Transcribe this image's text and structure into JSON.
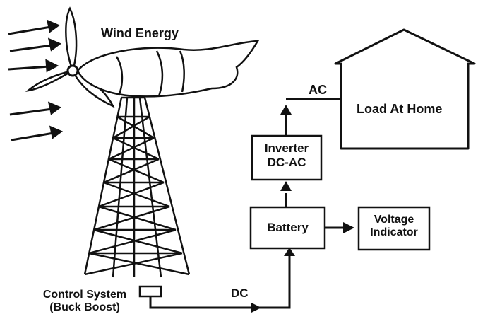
{
  "labels": {
    "wind_energy": "Wind Energy",
    "ac": "AC",
    "dc": "DC",
    "load_at_home": "Load At Home",
    "inverter_line1": "Inverter",
    "inverter_line2": "DC-AC",
    "battery": "Battery",
    "voltage_line1": "Voltage",
    "voltage_line2": "Indicator",
    "control_line1": "Control System",
    "control_line2": "(Buck Boost)"
  },
  "colors": {
    "line": "#111111",
    "background": "#ffffff"
  }
}
